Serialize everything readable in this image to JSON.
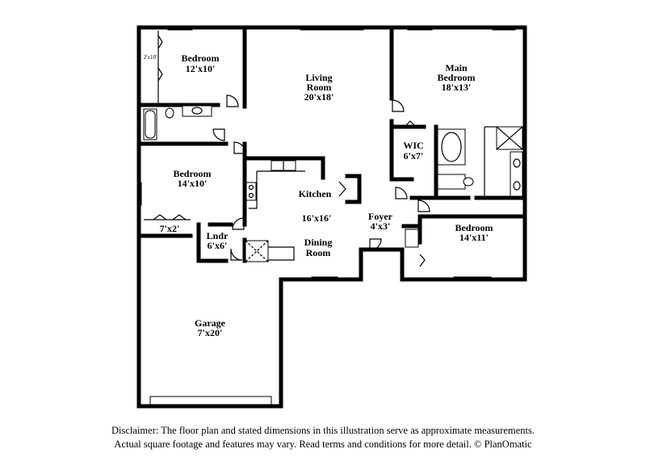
{
  "rooms": {
    "bedroom_nw": {
      "name": "Bedroom",
      "dims": "12'x10'"
    },
    "closet_nw": {
      "dims": "2'x10'"
    },
    "living": {
      "name1": "Living",
      "name2": "Room",
      "dims": "20'x18'"
    },
    "main_bedroom": {
      "name1": "Main",
      "name2": "Bedroom",
      "dims": "18'x13'"
    },
    "wic": {
      "name": "WIC",
      "dims": "6'x7'"
    },
    "bedroom_w": {
      "name": "Bedroom",
      "dims": "14'x10'"
    },
    "hall": {
      "dims": "7'x2'"
    },
    "kitchen": {
      "name": "Kitchen",
      "dims": "16'x16'"
    },
    "dining": {
      "name1": "Dining",
      "name2": "Room"
    },
    "laundry": {
      "name": "Lndr",
      "dims": "6'x6'"
    },
    "foyer": {
      "name": "Foyer",
      "dims": "4'x3'"
    },
    "bedroom_se": {
      "name": "Bedroom",
      "dims": "14'x11'"
    },
    "garage": {
      "name": "Garage",
      "dims": "7'x20'"
    }
  },
  "disclaimer": {
    "line1": "Disclaimer: The floor plan and stated dimensions in this illustration serve as approximate measurements.",
    "line2": "Actual square footage and features may vary. Read terms and conditions for more detail. © PlanOmatic"
  }
}
